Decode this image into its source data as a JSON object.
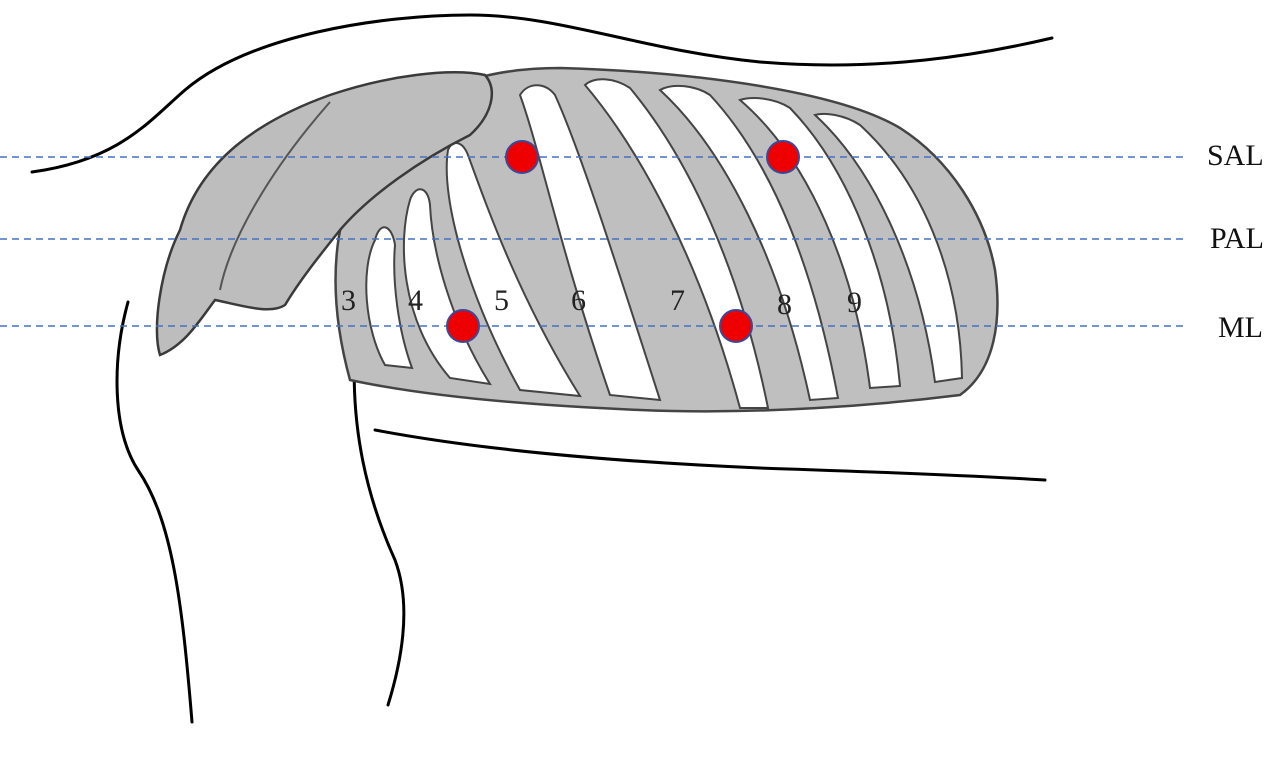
{
  "guide_lines": [
    {
      "id": "sal",
      "label": "SAL"
    },
    {
      "id": "pal",
      "label": "PAL"
    },
    {
      "id": "ml",
      "label": "ML"
    }
  ],
  "rib_numbers": [
    "3",
    "4",
    "5",
    "6",
    "7",
    "8",
    "9"
  ],
  "colors": {
    "guide_line": "#4472c4",
    "site_marker": "#ee0000",
    "bone": "#c9c9c9",
    "outline": "#000000"
  },
  "site_markers": [
    {
      "id": "site-sal-5",
      "line": "SAL"
    },
    {
      "id": "site-sal-8",
      "line": "SAL"
    },
    {
      "id": "site-ml-4",
      "line": "ML"
    },
    {
      "id": "site-ml-7",
      "line": "ML"
    }
  ]
}
